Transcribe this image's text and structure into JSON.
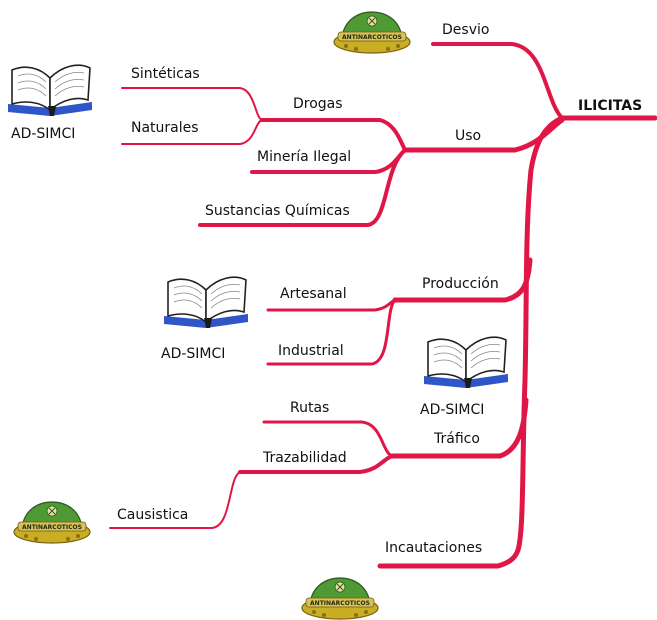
{
  "root": "ILICITAS",
  "branches": {
    "desvio": "Desvio",
    "uso": "Uso",
    "drogas": "Drogas",
    "sinteticas": "Sintéticas",
    "naturales": "Naturales",
    "mineria": "Minería Ilegal",
    "sustancias": "Sustancias Químicas",
    "produccion": "Producción",
    "artesanal": "Artesanal",
    "industrial": "Industrial",
    "trafico": "Tráfico",
    "rutas": "Rutas",
    "trazabilidad": "Trazabilidad",
    "causistica": "Causistica",
    "incautaciones": "Incautaciones"
  },
  "book_caption": "AD-SIMCI",
  "badge_text": "ANTINARCOTICOS",
  "colors": {
    "line": "#e01646",
    "badge_green": "#4f9a35",
    "badge_gold": "#cdb128"
  },
  "icons": [
    "book-icon",
    "antinarcoticos-badge-icon"
  ]
}
